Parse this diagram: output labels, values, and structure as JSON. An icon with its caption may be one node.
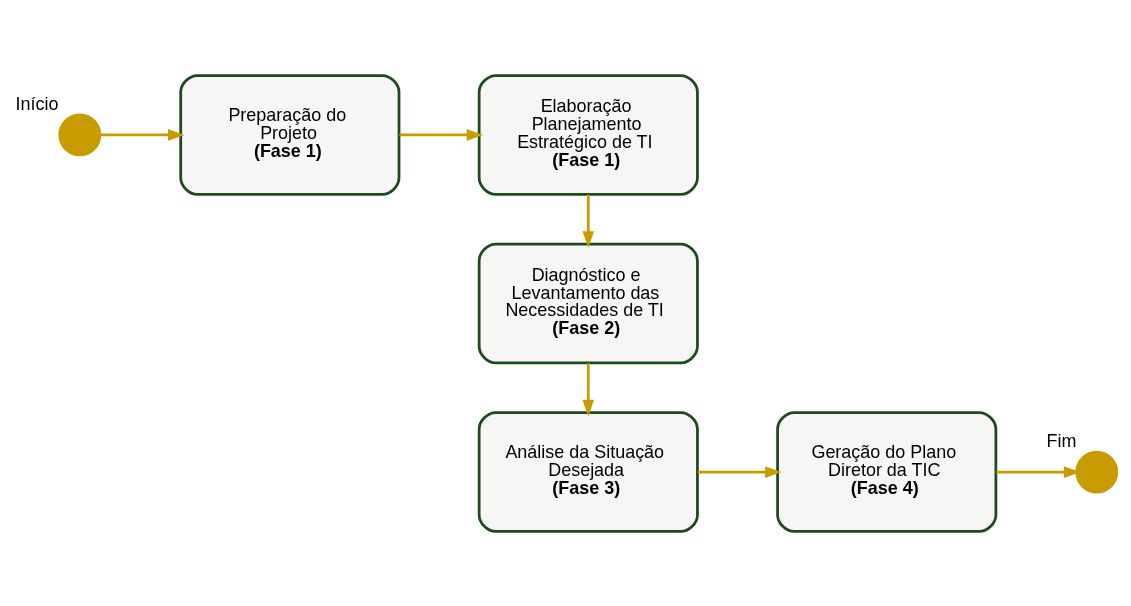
{
  "diagram": {
    "nodes": [
      {
        "text": [],
        "shape": "circle",
        "beside": [
          "Início"
        ]
      },
      {
        "text": [
          "Preparação do Projeto",
          "(Fase 1)"
        ]
      },
      {
        "text": [
          "Elaboração Planejamento Estratégico de TI",
          "(Fase 1)"
        ]
      },
      {
        "text": [
          "Diagnóstico e Levantamento das Necessidades de TI",
          "(Fase 2)"
        ]
      },
      {
        "text": [
          "Análise da Situação Desejada",
          "(Fase 3)"
        ]
      },
      {
        "text": [
          "Geração do Plano Diretor da TIC",
          "(Fase 4)"
        ]
      },
      {
        "text": [],
        "shape": "circle",
        "beside": [
          "Fim"
        ]
      }
    ],
    "edges": [
      {
        "from": 0,
        "to": 1,
        "arrow": "to"
      },
      {
        "from": 1,
        "to": 2,
        "arrow": "to"
      },
      {
        "from": 2,
        "to": 3,
        "arrow": "to"
      },
      {
        "from": 3,
        "to": 4,
        "arrow": "to"
      },
      {
        "from": 4,
        "to": 5,
        "arrow": "to"
      },
      {
        "from": 5,
        "to": 6,
        "arrow": "to"
      }
    ]
  }
}
